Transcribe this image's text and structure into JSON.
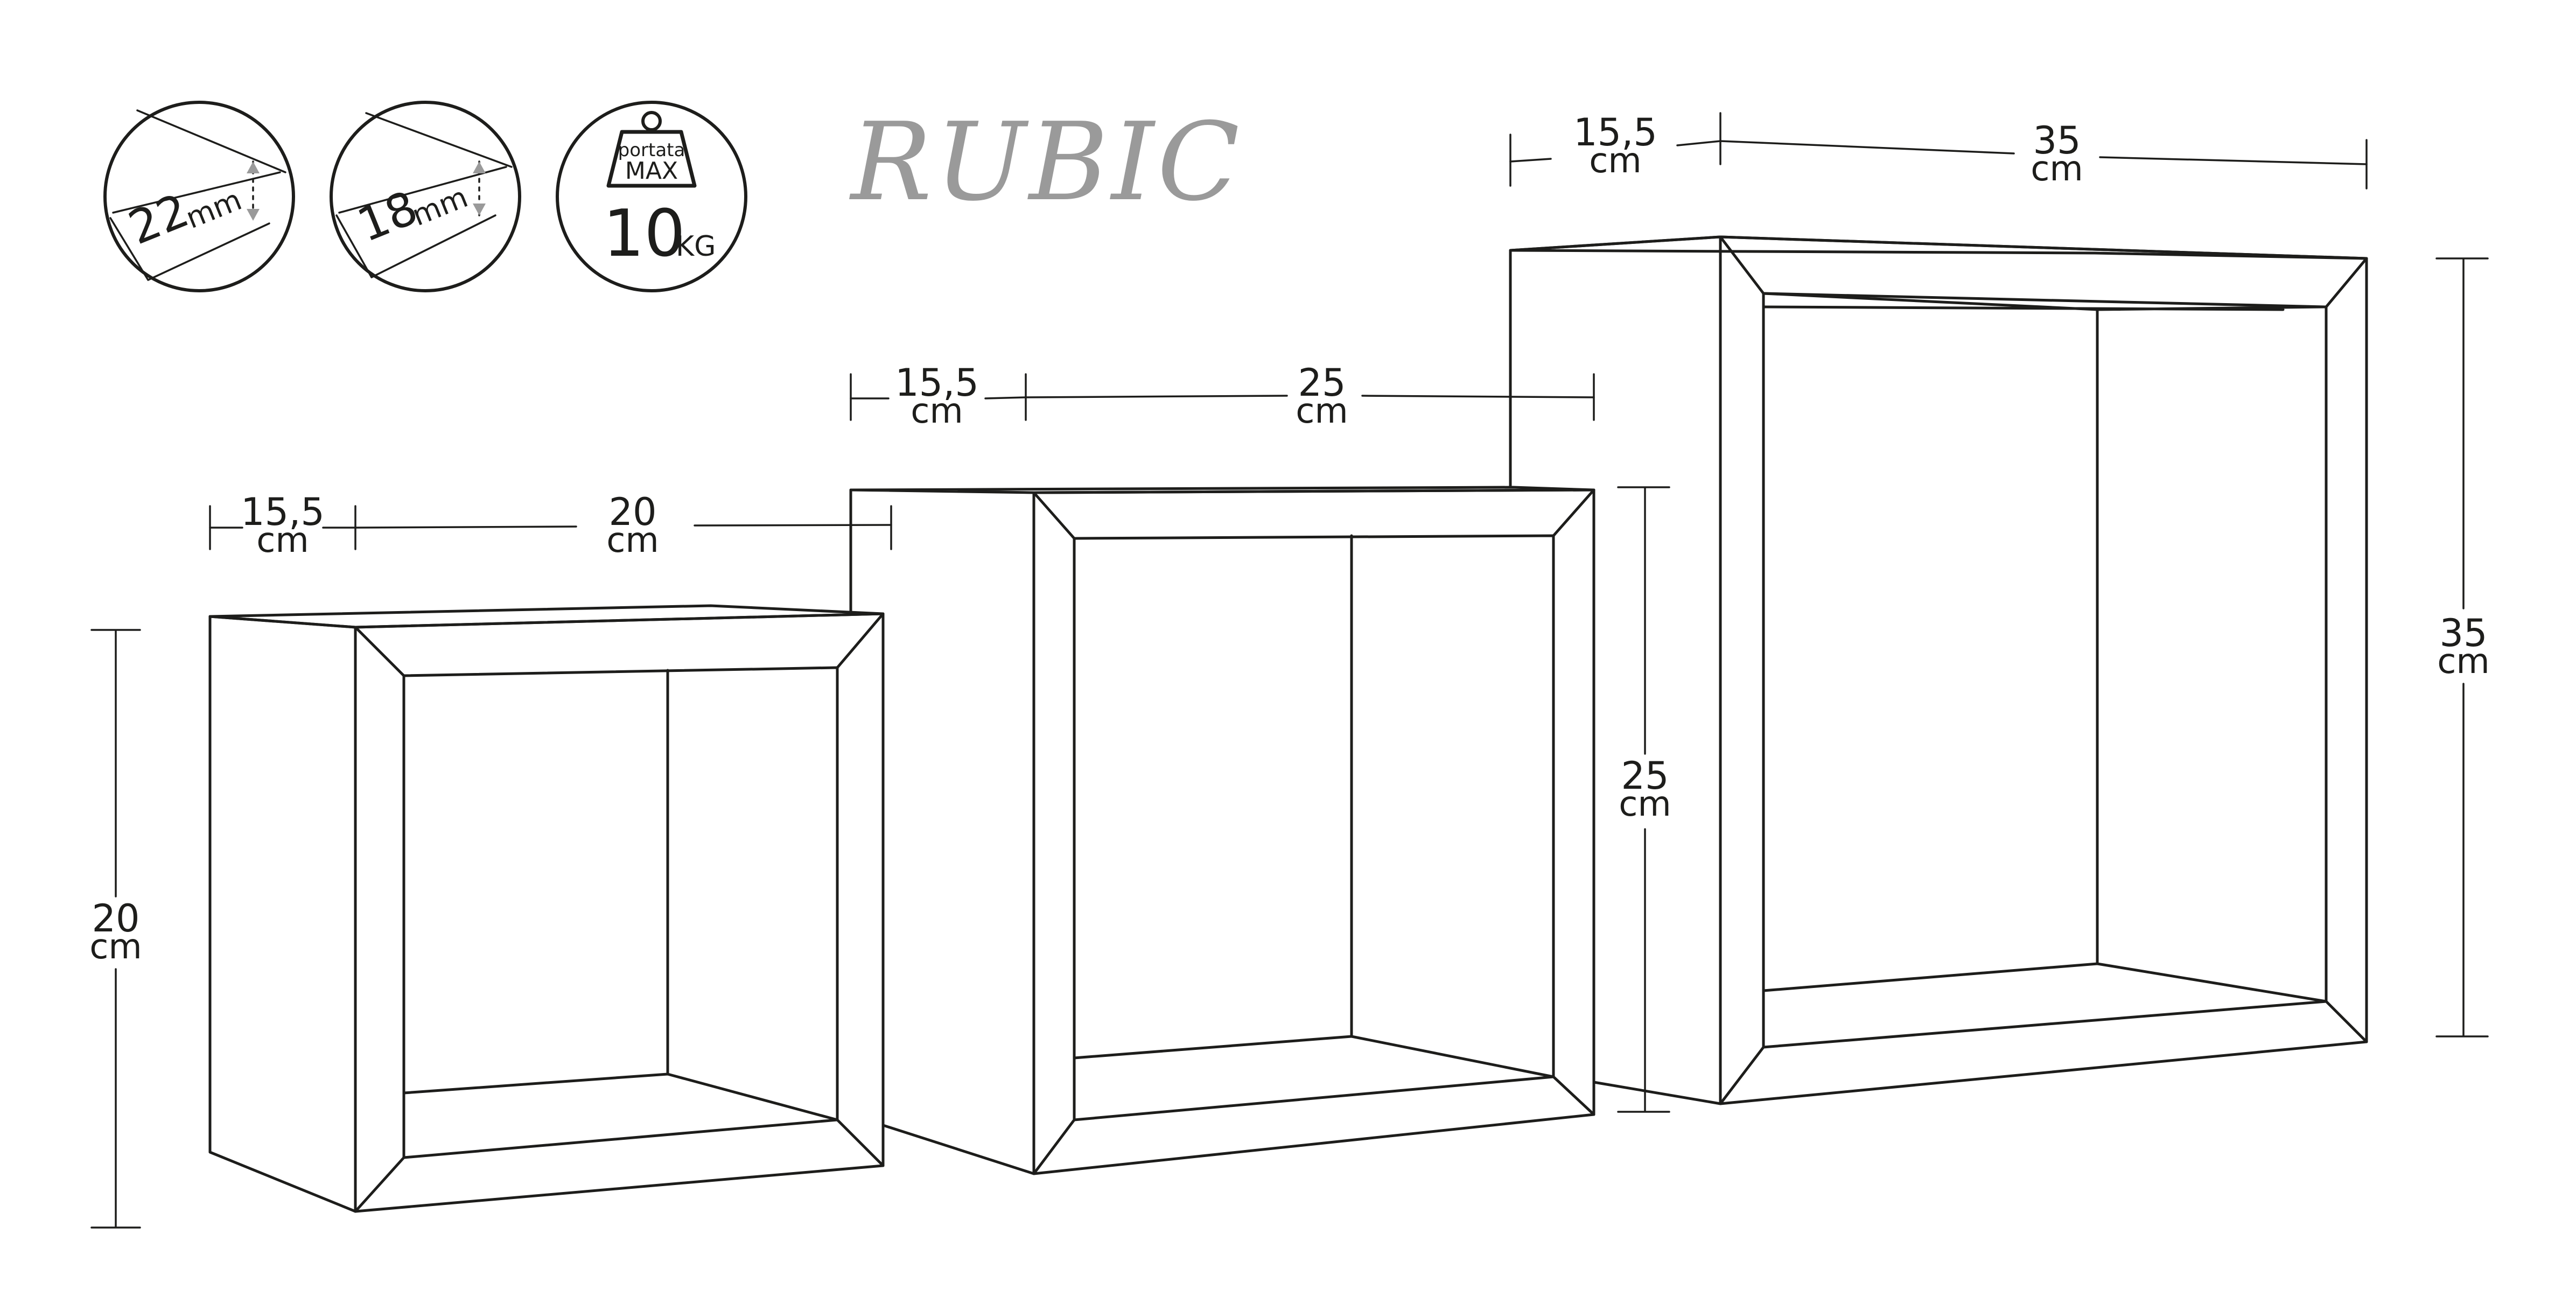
{
  "brand": "RUBIC",
  "badges": {
    "thickness_a": {
      "value": "22",
      "unit": "mm"
    },
    "thickness_b": {
      "value": "18",
      "unit": "mm"
    },
    "load": {
      "label_top": "portata",
      "label_max": "MAX",
      "value": "10",
      "unit": "KG"
    }
  },
  "cubes": [
    {
      "depth": "15,5",
      "width": "20",
      "height": "20",
      "unit": "cm"
    },
    {
      "depth": "15,5",
      "width": "25",
      "height": "25",
      "unit": "cm"
    },
    {
      "depth": "15,5",
      "width": "35",
      "height": "35",
      "unit": "cm"
    }
  ]
}
